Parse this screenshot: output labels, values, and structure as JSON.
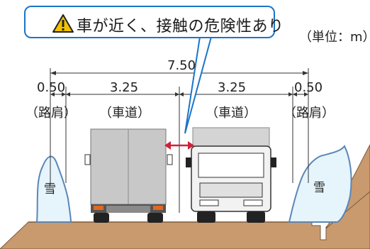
{
  "callout": {
    "text": "車が近く、接触の危険性あり",
    "icon": "warning-triangle-icon",
    "border_color": "#1b75c7",
    "icon_color": "#f2c200"
  },
  "unit_label": "（単位：m）",
  "dimensions": {
    "total": "7.50",
    "left_shoulder": "0.50",
    "left_lane": "3.25",
    "right_lane": "3.25",
    "right_shoulder": "0.50"
  },
  "zones": {
    "left_shoulder": "（路肩）",
    "left_lane": "（車道）",
    "right_lane": "（車道）",
    "right_shoulder": "（路肩）"
  },
  "snow": {
    "left": "雪",
    "right": "雪"
  },
  "colors": {
    "road": "#c99a6e",
    "snow_fill": "#e6f4fb",
    "snow_outline": "#5a86b8",
    "arrow": "#d0223a",
    "truck_grey": "#c8c8c8"
  }
}
